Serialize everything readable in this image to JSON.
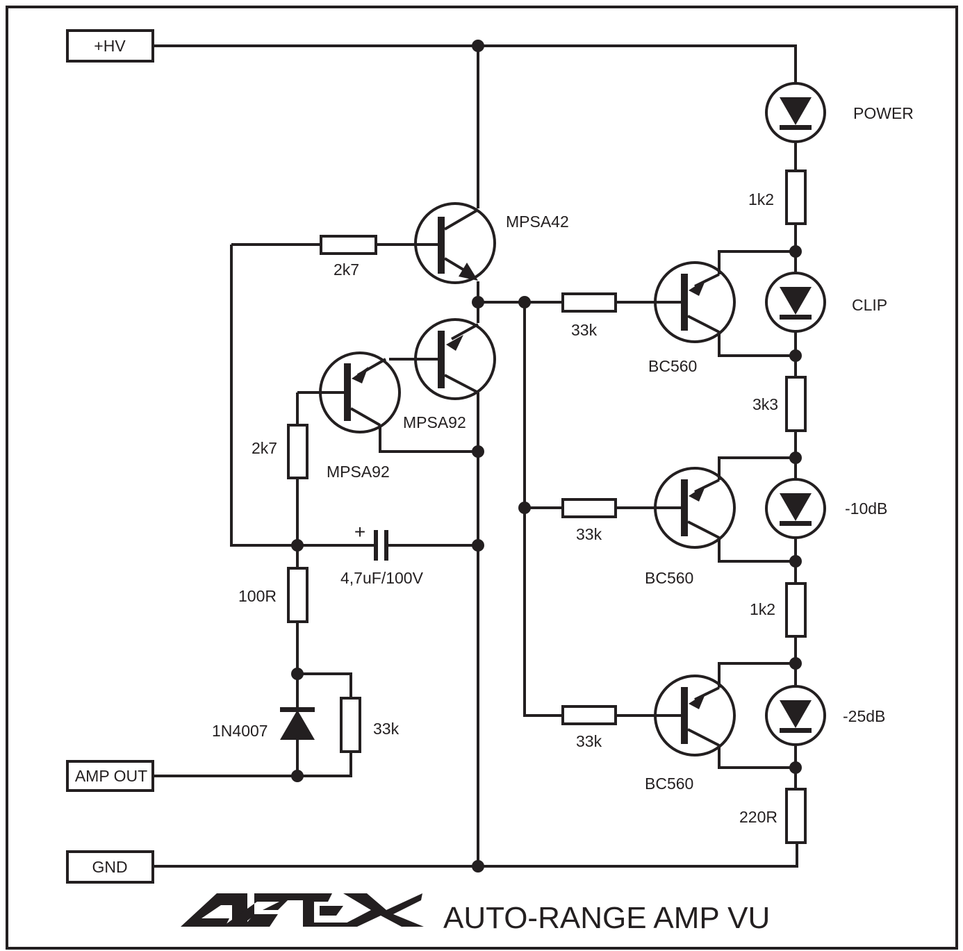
{
  "connectors": {
    "hv": "+HV",
    "amp_out": "AMP OUT",
    "gnd": "GND"
  },
  "components": {
    "q1": "MPSA42",
    "q2": "MPSA92",
    "q3": "MPSA92",
    "q4": "BC560",
    "q5": "BC560",
    "q6": "BC560",
    "r_base_q1": "2k7",
    "r_base_q3": "2k7",
    "r_100": "100R",
    "r_diode": "33k",
    "r_b4": "33k",
    "r_b5": "33k",
    "r_b6": "33k",
    "r_power": "1k2",
    "r_clip": "3k3",
    "r_10db": "1k2",
    "r_bottom": "220R",
    "cap": "4,7uF/100V",
    "cap_polarity": "+",
    "diode": "1N4007"
  },
  "leds": {
    "power": "POWER",
    "clip": "CLIP",
    "minus10": "-10dB",
    "minus25": "-25dB"
  },
  "footer": {
    "logo": "APEX",
    "title": "AUTO-RANGE AMP VU"
  },
  "colors": {
    "ink": "#231f20",
    "background": "#ffffff"
  }
}
